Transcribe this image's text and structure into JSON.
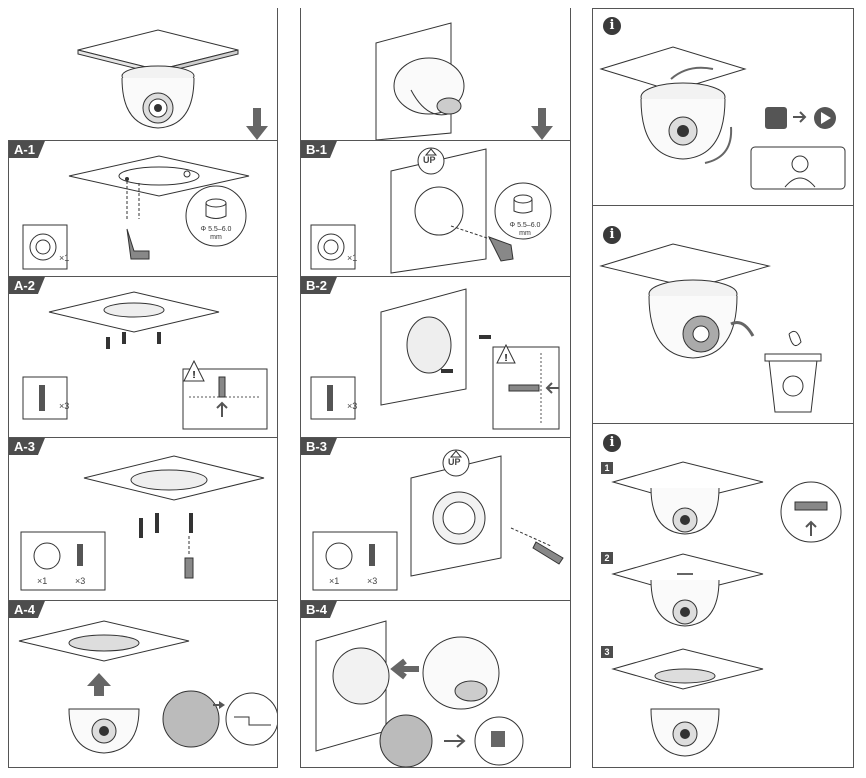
{
  "step_number": "4",
  "col_a": {
    "header": "A",
    "steps": [
      {
        "label": "A-1"
      },
      {
        "label": "A-2"
      },
      {
        "label": "A-3"
      },
      {
        "label": "A-4"
      }
    ]
  },
  "col_b": {
    "header": "B",
    "steps": [
      {
        "label": "B-1"
      },
      {
        "label": "B-2"
      },
      {
        "label": "B-3"
      },
      {
        "label": "B-4"
      }
    ]
  },
  "quantities": {
    "x1": "×1",
    "x3": "×3"
  },
  "drill": {
    "diameter": "Φ 5.5–6.0",
    "unit": "mm"
  },
  "up_label": "UP",
  "info_icon": "i",
  "substeps": [
    "1",
    "2",
    "3"
  ],
  "colors": {
    "label_bg": "#4d4d4d",
    "line": "#333333",
    "light_gray": "#d9d9d9"
  }
}
